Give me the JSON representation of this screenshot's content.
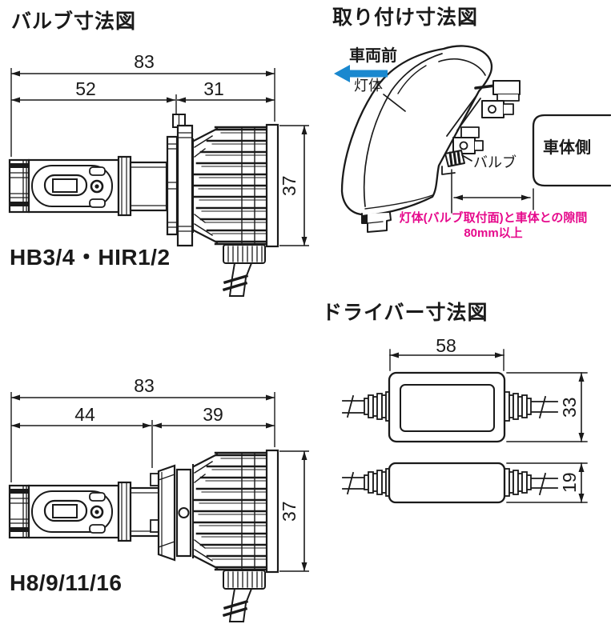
{
  "colors": {
    "line": "#1a1a1a",
    "vehicle_front_arrow_blue": "#1a88cf",
    "clearance_note_pink": "#e60a8c"
  },
  "bulb_section": {
    "title": "バルブ寸法図",
    "bulb1": {
      "label": "HB3/4・HIR1/2",
      "dim_total_mm": "83",
      "dim_front_mm": "52",
      "dim_rear_mm": "31",
      "dim_height_mm": "37"
    },
    "bulb2": {
      "label": "H8/9/11/16",
      "dim_total_mm": "83",
      "dim_front_mm": "44",
      "dim_rear_mm": "39",
      "dim_height_mm": "37"
    }
  },
  "mount_section": {
    "title": "取り付け寸法図",
    "vehicle_front_label": "車両前",
    "lamp_body_label": "灯体",
    "bulb_label": "バルブ",
    "car_body_label": "車体側",
    "clearance_note_line1": "灯体(バルブ取付面)と車体との隙間",
    "clearance_note_line2": "80mm以上"
  },
  "driver_section": {
    "title": "ドライバー寸法図",
    "dim_width_mm": "58",
    "dim_height_mm": "33",
    "dim_thickness_mm": "19"
  }
}
